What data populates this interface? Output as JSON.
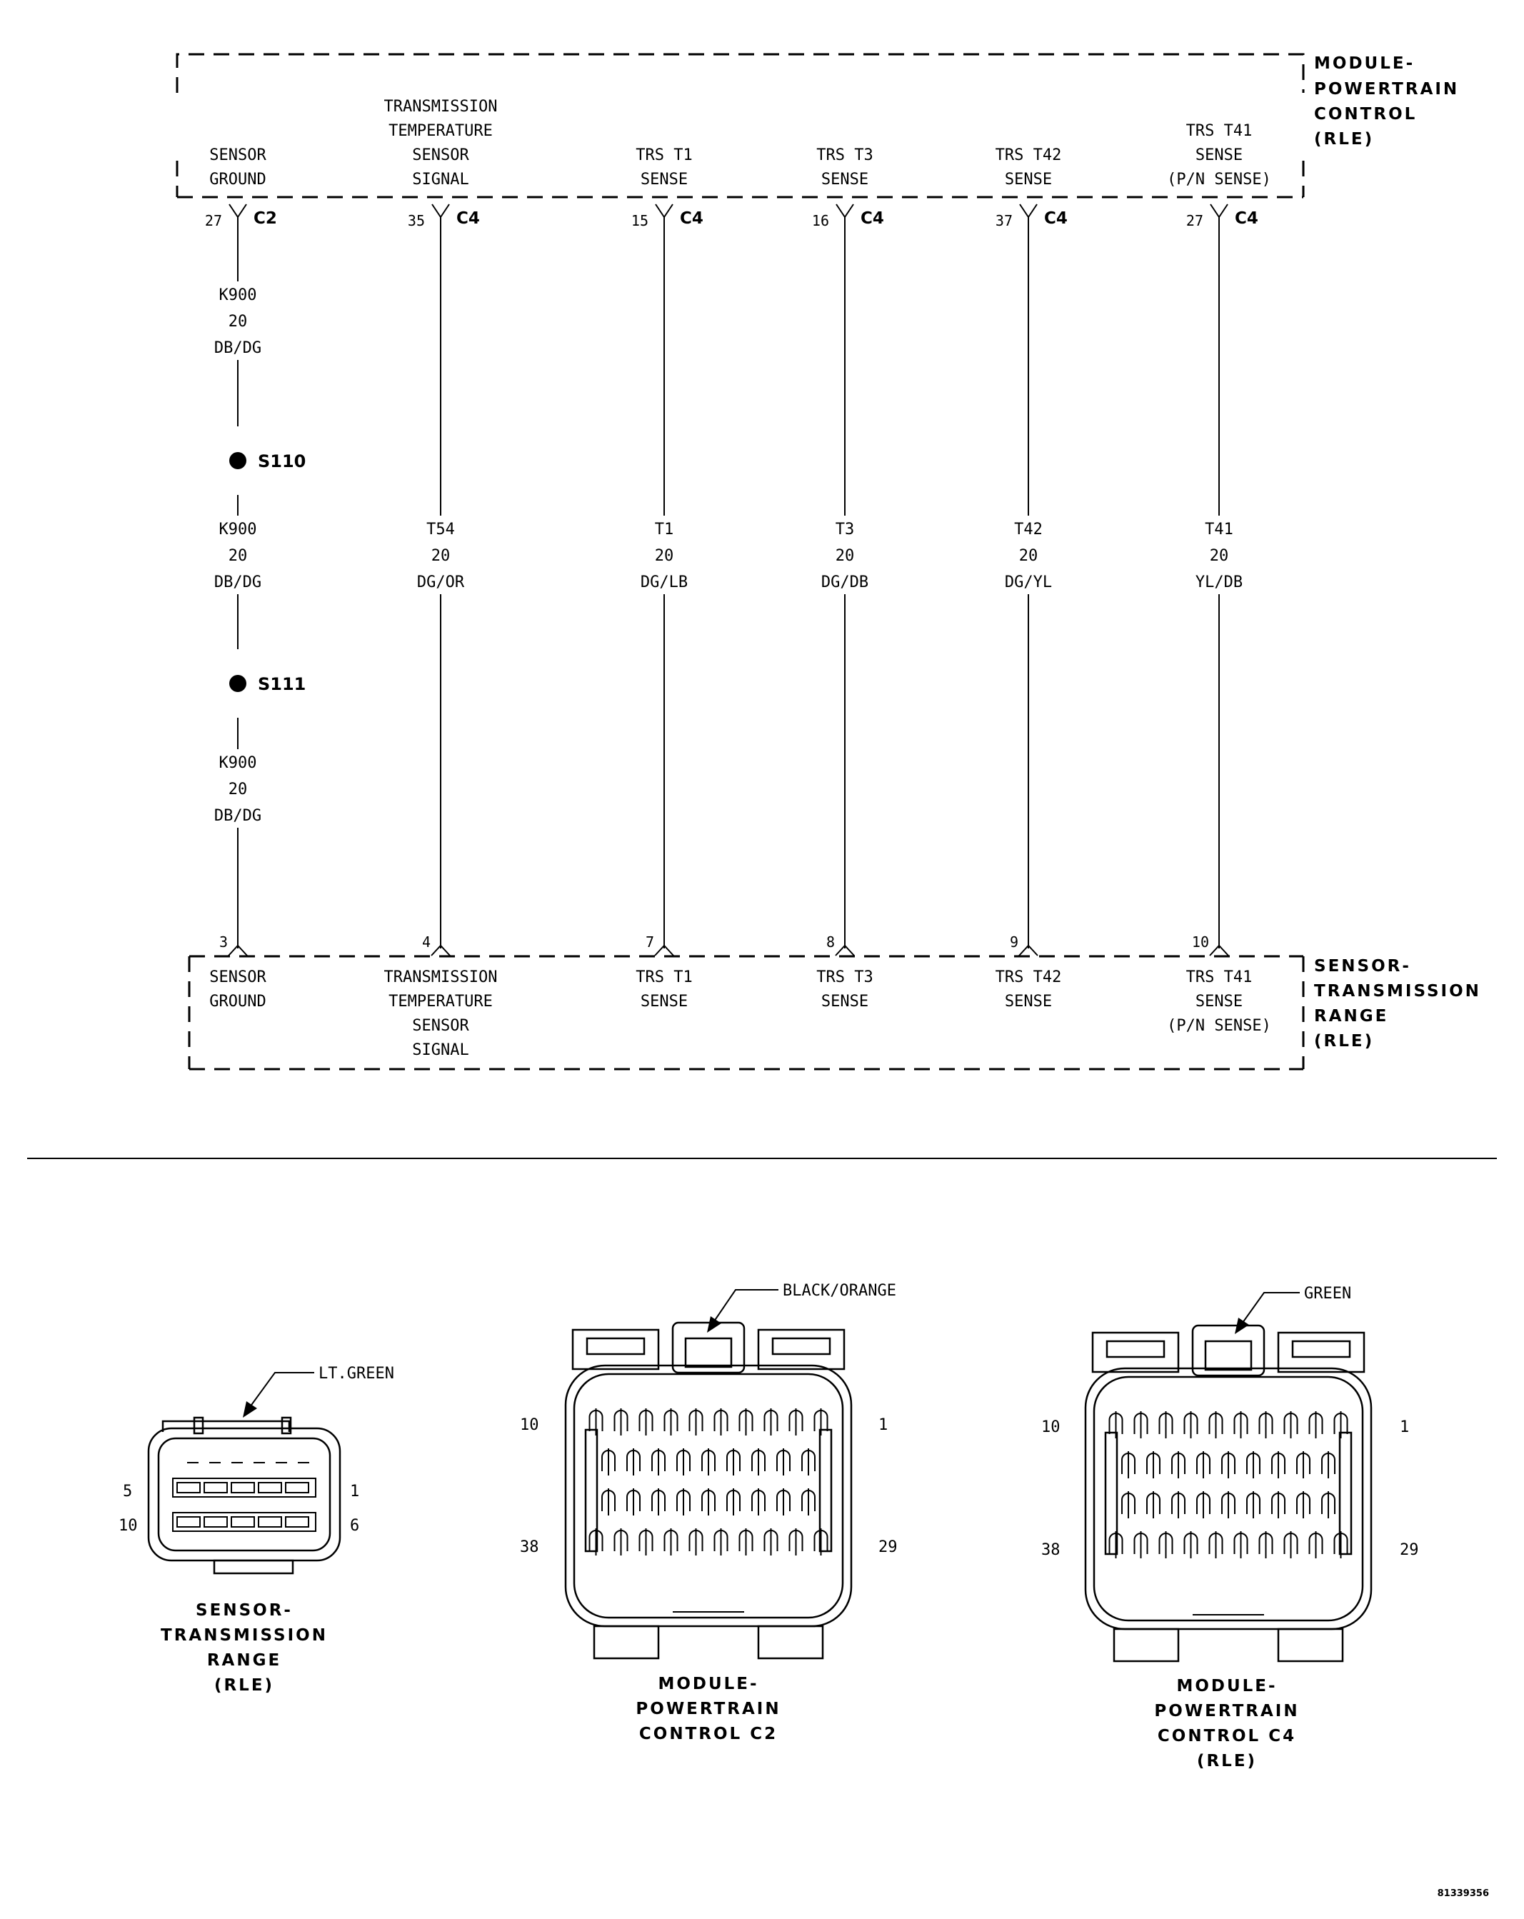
{
  "pcm_box": {
    "title_lines": [
      "MODULE-",
      "POWERTRAIN",
      "CONTROL",
      "(RLE)"
    ]
  },
  "sensor_box": {
    "title_lines": [
      "SENSOR-",
      "TRANSMISSION",
      "RANGE",
      "(RLE)"
    ]
  },
  "circuits": [
    {
      "top_label": [
        "SENSOR",
        "GROUND"
      ],
      "top_pin": "27",
      "top_connector": "C2",
      "segments": [
        [
          "K900",
          "20",
          "DB/DG"
        ],
        [
          "K900",
          "20",
          "DB/DG"
        ],
        [
          "K900",
          "20",
          "DB/DG"
        ]
      ],
      "splices": [
        "S110",
        "S111"
      ],
      "bottom_pin": "3",
      "bottom_label": [
        "SENSOR",
        "GROUND"
      ]
    },
    {
      "top_label": [
        "TRANSMISSION",
        "TEMPERATURE",
        "SENSOR",
        "SIGNAL"
      ],
      "top_pin": "35",
      "top_connector": "C4",
      "segments": [
        [
          "T54",
          "20",
          "DG/OR"
        ]
      ],
      "splices": [],
      "bottom_pin": "4",
      "bottom_label": [
        "TRANSMISSION",
        "TEMPERATURE",
        "SENSOR",
        "SIGNAL"
      ]
    },
    {
      "top_label": [
        "TRS T1",
        "SENSE"
      ],
      "top_pin": "15",
      "top_connector": "C4",
      "segments": [
        [
          "T1",
          "20",
          "DG/LB"
        ]
      ],
      "splices": [],
      "bottom_pin": "7",
      "bottom_label": [
        "TRS T1",
        "SENSE"
      ]
    },
    {
      "top_label": [
        "TRS T3",
        "SENSE"
      ],
      "top_pin": "16",
      "top_connector": "C4",
      "segments": [
        [
          "T3",
          "20",
          "DG/DB"
        ]
      ],
      "splices": [],
      "bottom_pin": "8",
      "bottom_label": [
        "TRS T3",
        "SENSE"
      ]
    },
    {
      "top_label": [
        "TRS T42",
        "SENSE"
      ],
      "top_pin": "37",
      "top_connector": "C4",
      "segments": [
        [
          "T42",
          "20",
          "DG/YL"
        ]
      ],
      "splices": [],
      "bottom_pin": "9",
      "bottom_label": [
        "TRS T42",
        "SENSE"
      ]
    },
    {
      "top_label": [
        "TRS T41",
        "SENSE",
        "(P/N SENSE)"
      ],
      "top_pin": "27",
      "top_connector": "C4",
      "segments": [
        [
          "T41",
          "20",
          "YL/DB"
        ]
      ],
      "splices": [],
      "bottom_pin": "10",
      "bottom_label": [
        "TRS T41",
        "SENSE",
        "(P/N SENSE)"
      ]
    }
  ],
  "connectors": [
    {
      "color_label": "LT.GREEN",
      "pins": {
        "top_left": "5",
        "top_right": "1",
        "bottom_left": "10",
        "bottom_right": "6"
      },
      "caption": [
        "SENSOR-",
        "TRANSMISSION",
        "RANGE",
        "(RLE)"
      ]
    },
    {
      "color_label": "BLACK/ORANGE",
      "pins": {
        "top_left": "10",
        "top_right": "1",
        "bottom_left": "38",
        "bottom_right": "29"
      },
      "caption": [
        "MODULE-",
        "POWERTRAIN",
        "CONTROL C2"
      ]
    },
    {
      "color_label": "GREEN",
      "pins": {
        "top_left": "10",
        "top_right": "1",
        "bottom_left": "38",
        "bottom_right": "29"
      },
      "caption": [
        "MODULE-",
        "POWERTRAIN",
        "CONTROL C4",
        "(RLE)"
      ]
    }
  ],
  "figure_number": "81339356"
}
